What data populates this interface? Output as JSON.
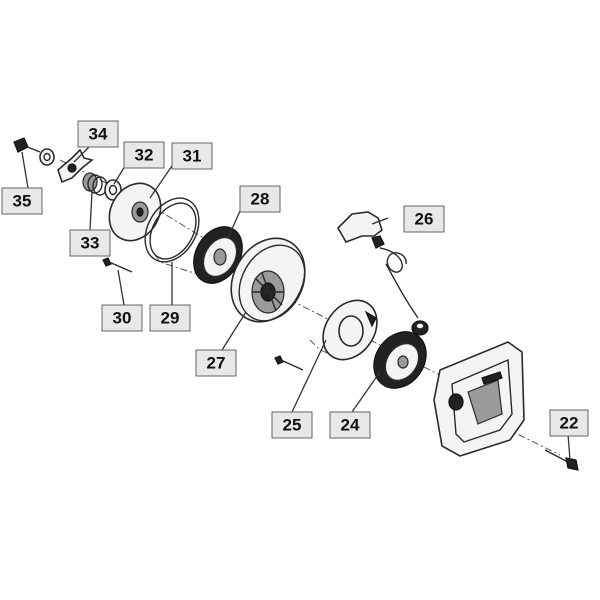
{
  "callouts": [
    {
      "id": "p22",
      "label": "22"
    },
    {
      "id": "p24",
      "label": "24"
    },
    {
      "id": "p25",
      "label": "25"
    },
    {
      "id": "p26",
      "label": "26"
    },
    {
      "id": "p27",
      "label": "27"
    },
    {
      "id": "p28",
      "label": "28"
    },
    {
      "id": "p29",
      "label": "29"
    },
    {
      "id": "p30",
      "label": "30"
    },
    {
      "id": "p31",
      "label": "31"
    },
    {
      "id": "p32",
      "label": "32"
    },
    {
      "id": "p33",
      "label": "33"
    },
    {
      "id": "p34",
      "label": "34"
    },
    {
      "id": "p35",
      "label": "35"
    }
  ]
}
